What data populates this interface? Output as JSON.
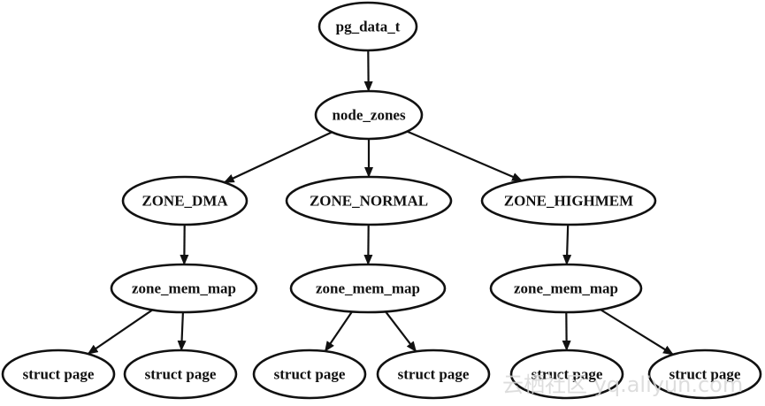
{
  "diagram": {
    "type": "tree",
    "nodes": [
      {
        "id": "pg_data_t",
        "label": "pg_data_t"
      },
      {
        "id": "node_zones",
        "label": "node_zones"
      },
      {
        "id": "zone_dma",
        "label": "ZONE_DMA"
      },
      {
        "id": "zone_normal",
        "label": "ZONE_NORMAL"
      },
      {
        "id": "zone_highmem",
        "label": "ZONE_HIGHMEM"
      },
      {
        "id": "mem_map_dma",
        "label": "zone_mem_map"
      },
      {
        "id": "mem_map_normal",
        "label": "zone_mem_map"
      },
      {
        "id": "mem_map_highmem",
        "label": "zone_mem_map"
      },
      {
        "id": "page_dma_1",
        "label": "struct page"
      },
      {
        "id": "page_dma_2",
        "label": "struct page"
      },
      {
        "id": "page_normal_1",
        "label": "struct page"
      },
      {
        "id": "page_normal_2",
        "label": "struct page"
      },
      {
        "id": "page_highmem_1",
        "label": "struct page"
      },
      {
        "id": "page_highmem_2",
        "label": "struct page"
      }
    ],
    "edges": [
      {
        "from": "pg_data_t",
        "to": "node_zones"
      },
      {
        "from": "node_zones",
        "to": "zone_dma"
      },
      {
        "from": "node_zones",
        "to": "zone_normal"
      },
      {
        "from": "node_zones",
        "to": "zone_highmem"
      },
      {
        "from": "zone_dma",
        "to": "mem_map_dma"
      },
      {
        "from": "zone_normal",
        "to": "mem_map_normal"
      },
      {
        "from": "zone_highmem",
        "to": "mem_map_highmem"
      },
      {
        "from": "mem_map_dma",
        "to": "page_dma_1"
      },
      {
        "from": "mem_map_dma",
        "to": "page_dma_2"
      },
      {
        "from": "mem_map_normal",
        "to": "page_normal_1"
      },
      {
        "from": "mem_map_normal",
        "to": "page_normal_2"
      },
      {
        "from": "mem_map_highmem",
        "to": "page_highmem_1"
      },
      {
        "from": "mem_map_highmem",
        "to": "page_highmem_2"
      }
    ]
  },
  "watermark": {
    "text": "云栖社区 yq.aliyun.com"
  }
}
